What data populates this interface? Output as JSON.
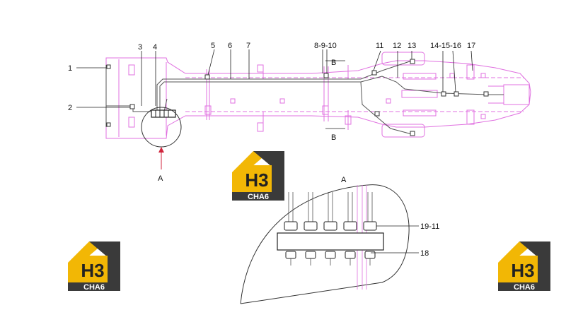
{
  "colors": {
    "frame": "#e070e0",
    "pipe": "#555555",
    "leader": "#222222",
    "arrow": "#d0243c",
    "logo_yellow": "#f2b705",
    "logo_dark": "#3a3a3a"
  },
  "callouts": {
    "c1": "1",
    "c2": "2",
    "c3": "3",
    "c4": "4",
    "c5": "5",
    "c6": "6",
    "c7": "7",
    "c8_10": "8-9-10",
    "c11": "11",
    "c12": "12",
    "c13": "13",
    "c14_16": "14-15-16",
    "c17": "17",
    "c19_11": "19-11",
    "c18": "18"
  },
  "views": {
    "section_top": "B",
    "section_bottom": "B",
    "detail_ref": "A",
    "detail_title": "A"
  },
  "logo": {
    "mark": "H3",
    "name": "CHA6"
  }
}
